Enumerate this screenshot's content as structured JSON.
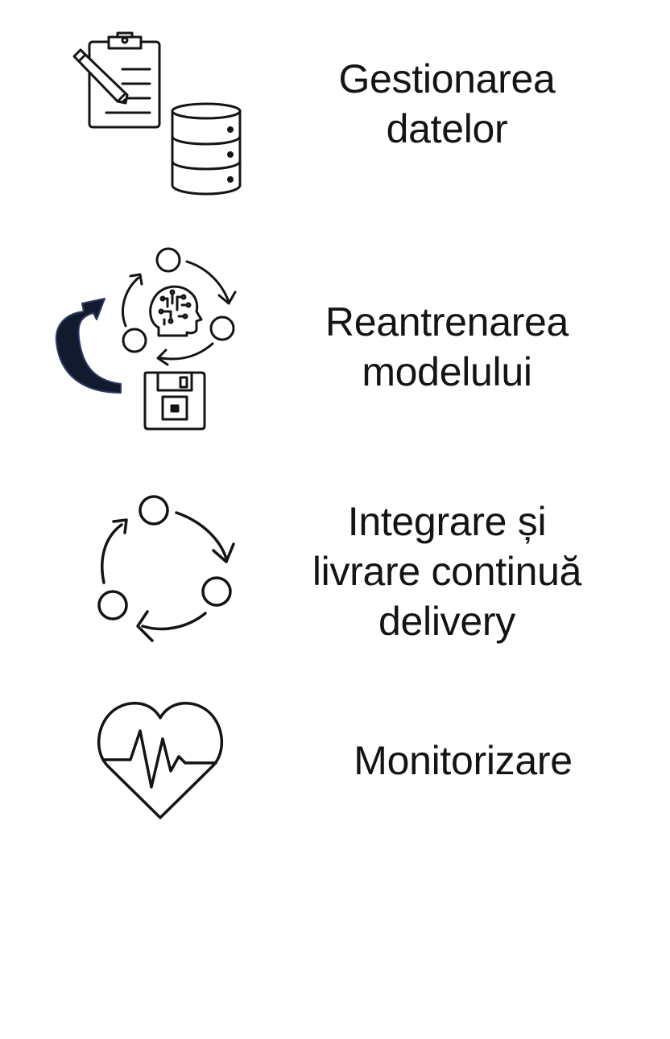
{
  "steps": [
    {
      "id": "data-management",
      "icon": "clipboard-database-icon",
      "lines": [
        "Gestionarea",
        "datelor"
      ]
    },
    {
      "id": "model-retraining",
      "icon": "retraining-cycle-icon",
      "lines": [
        "Reantrenarea",
        "modelului"
      ]
    },
    {
      "id": "ci-cd",
      "icon": "continuous-cycle-icon",
      "lines": [
        "Integrare și",
        "livrare continuă",
        "delivery"
      ]
    },
    {
      "id": "monitoring",
      "icon": "heart-pulse-icon",
      "lines": [
        "Monitorizare"
      ]
    }
  ],
  "colors": {
    "ink": "#141414",
    "arrow_fill": "#121a2e",
    "arrow_stroke": "#2e3a66",
    "background": "#ffffff"
  }
}
